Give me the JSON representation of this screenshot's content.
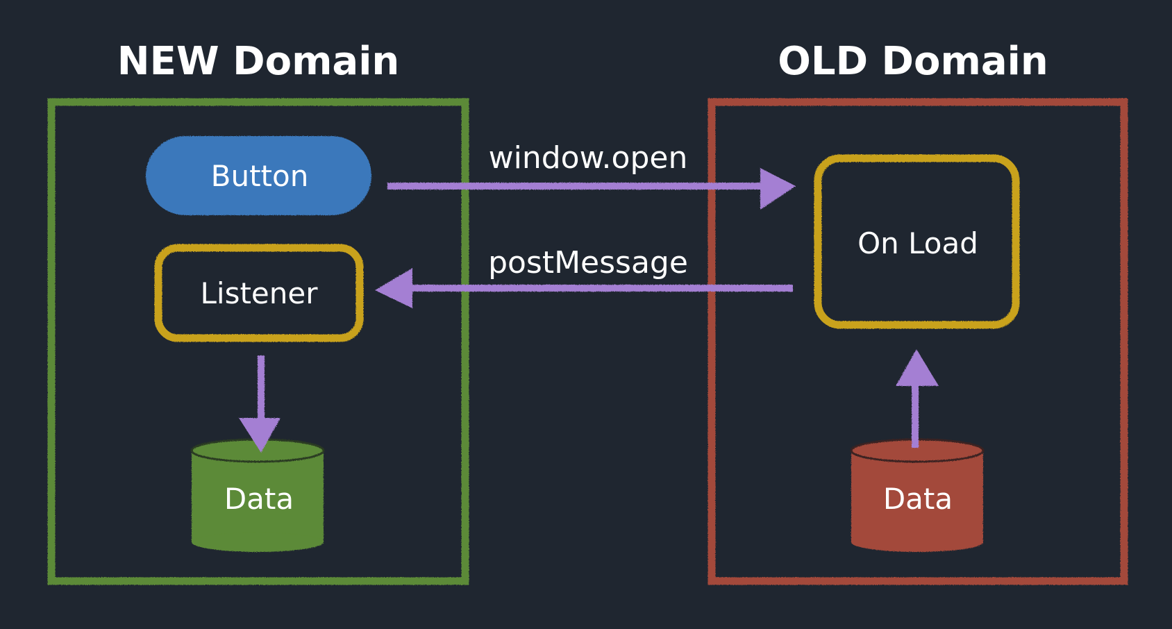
{
  "colors": {
    "background": "#1f2630",
    "new_domain": "#5c8a37",
    "old_domain": "#a3493b",
    "button": "#3b78bb",
    "handler": "#c9a21e",
    "arrow": "#a47fd3",
    "text": "#ffffff"
  },
  "new_domain": {
    "title": "NEW Domain",
    "button": {
      "label": "Button",
      "icon": "pill-shape"
    },
    "listener": {
      "label": "Listener"
    },
    "data": {
      "label": "Data",
      "icon": "database-cylinder-icon"
    }
  },
  "old_domain": {
    "title": "OLD Domain",
    "on_load": {
      "label": "On Load"
    },
    "data": {
      "label": "Data",
      "icon": "database-cylinder-icon"
    }
  },
  "edges": {
    "window_open": {
      "label": "window.open",
      "from": "Button",
      "to": "On Load"
    },
    "post_message": {
      "label": "postMessage",
      "from": "On Load",
      "to": "Listener"
    },
    "listener_to_data": {
      "from": "Listener",
      "to": "Data"
    },
    "data_to_onload": {
      "from": "Data",
      "to": "On Load"
    }
  }
}
